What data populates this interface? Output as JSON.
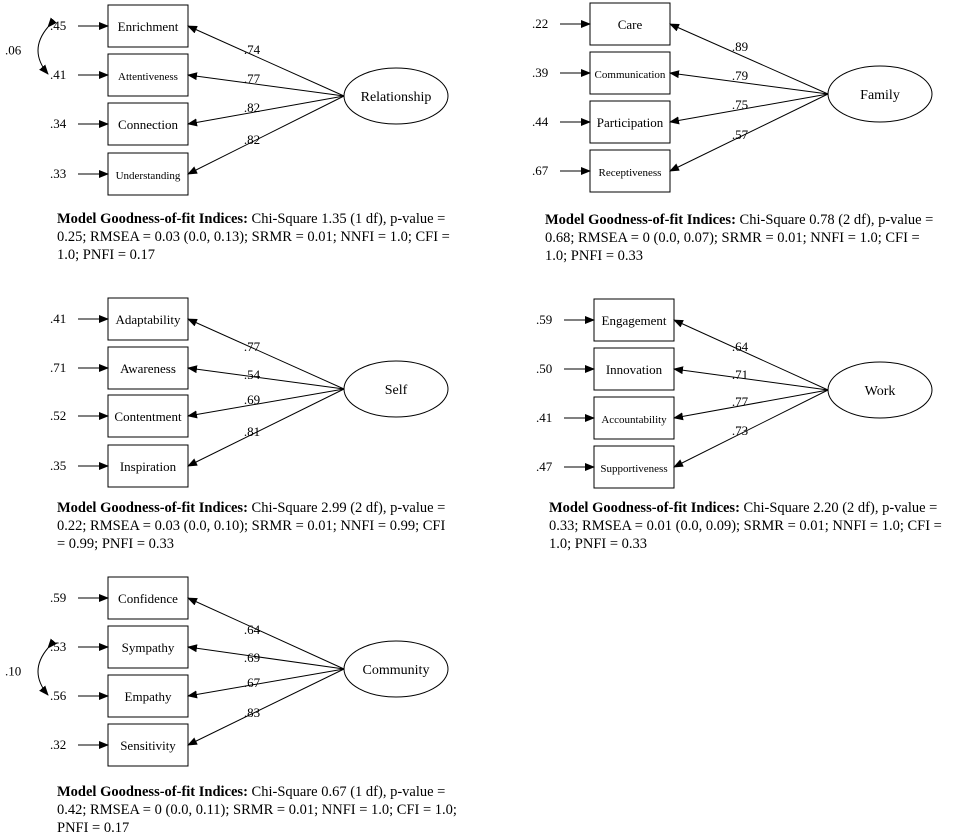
{
  "models": [
    {
      "latent": "Relationship",
      "indicators": [
        {
          "label": "Enrichment",
          "error": ".45",
          "loading": ".74"
        },
        {
          "label": "Attentiveness",
          "error": ".41",
          "loading": ".77"
        },
        {
          "label": "Connection",
          "error": ".34",
          "loading": ".82"
        },
        {
          "label": "Understanding",
          "error": ".33",
          "loading": ".82"
        }
      ],
      "covariance": {
        "from": 0,
        "to": 1,
        "value": ".06"
      },
      "fit": {
        "label": "Model Goodness-of-fit Indices:",
        "text": "Chi-Square 1.35 (1 df), p-value = 0.25; RMSEA = 0.03 (0.0, 0.13); SRMR = 0.01; NNFI = 1.0; CFI = 1.0; PNFI = 0.17"
      }
    },
    {
      "latent": "Family",
      "indicators": [
        {
          "label": "Care",
          "error": ".22",
          "loading": ".89"
        },
        {
          "label": "Communication",
          "error": ".39",
          "loading": ".79"
        },
        {
          "label": "Participation",
          "error": ".44",
          "loading": ".75"
        },
        {
          "label": "Receptiveness",
          "error": ".67",
          "loading": ".57"
        }
      ],
      "fit": {
        "label": "Model Goodness-of-fit Indices:",
        "text": "Chi-Square 0.78 (2 df), p-value = 0.68; RMSEA = 0 (0.0, 0.07); SRMR = 0.01; NNFI = 1.0; CFI = 1.0; PNFI = 0.33"
      }
    },
    {
      "latent": "Self",
      "indicators": [
        {
          "label": "Adaptability",
          "error": ".41",
          "loading": ".77"
        },
        {
          "label": "Awareness",
          "error": ".71",
          "loading": ".54"
        },
        {
          "label": "Contentment",
          "error": ".52",
          "loading": ".69"
        },
        {
          "label": "Inspiration",
          "error": ".35",
          "loading": ".81"
        }
      ],
      "fit": {
        "label": "Model Goodness-of-fit Indices:",
        "text": "Chi-Square 2.99 (2 df), p-value = 0.22; RMSEA = 0.03 (0.0, 0.10); SRMR = 0.01; NNFI = 0.99; CFI = 0.99; PNFI = 0.33"
      }
    },
    {
      "latent": "Work",
      "indicators": [
        {
          "label": "Engagement",
          "error": ".59",
          "loading": ".64"
        },
        {
          "label": "Innovation",
          "error": ".50",
          "loading": ".71"
        },
        {
          "label": "Accountability",
          "error": ".41",
          "loading": ".77"
        },
        {
          "label": "Supportiveness",
          "error": ".47",
          "loading": ".73"
        }
      ],
      "fit": {
        "label": "Model Goodness-of-fit Indices:",
        "text": "Chi-Square 2.20 (2 df), p-value = 0.33; RMSEA = 0.01 (0.0, 0.09); SRMR = 0.01; NNFI = 1.0; CFI = 1.0; PNFI = 0.33"
      }
    },
    {
      "latent": "Community",
      "indicators": [
        {
          "label": "Confidence",
          "error": ".59",
          "loading": ".64"
        },
        {
          "label": "Sympathy",
          "error": ".53",
          "loading": ".69"
        },
        {
          "label": "Empathy",
          "error": ".56",
          "loading": ".67"
        },
        {
          "label": "Sensitivity",
          "error": ".32",
          "loading": ".83"
        }
      ],
      "covariance": {
        "from": 1,
        "to": 2,
        "value": ".10"
      },
      "fit": {
        "label": "Model Goodness-of-fit Indices:",
        "text": "Chi-Square 0.67 (1 df), p-value = 0.42; RMSEA = 0 (0.0, 0.11); SRMR = 0.01; NNFI = 1.0; CFI = 1.0; PNFI = 0.17"
      }
    }
  ]
}
